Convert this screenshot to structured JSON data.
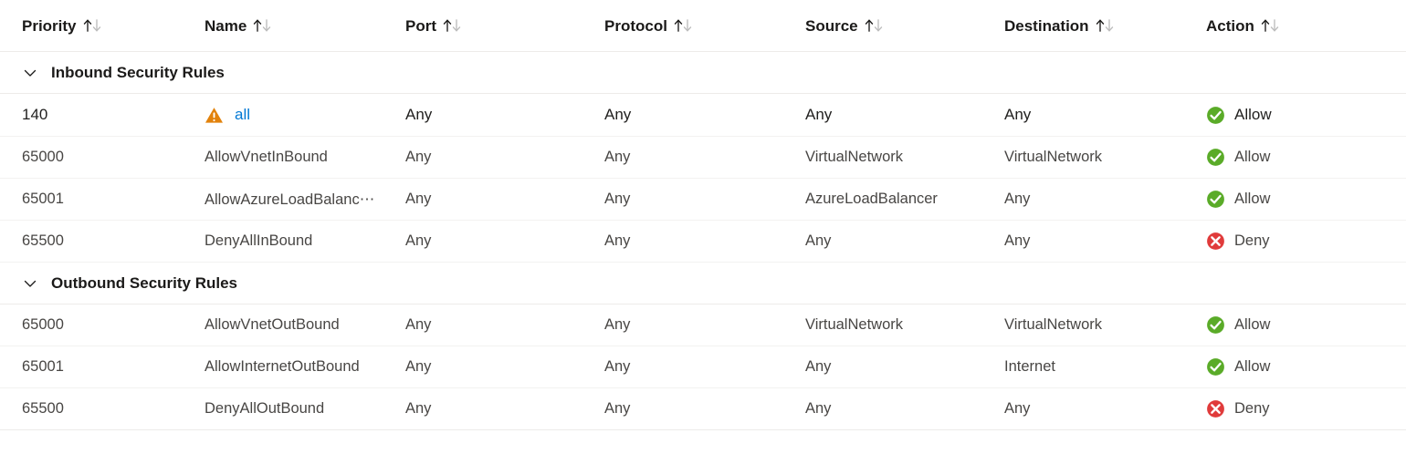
{
  "table": {
    "columns": [
      {
        "key": "priority",
        "label": "Priority",
        "sort_icon": "sort-arrows-icon"
      },
      {
        "key": "name",
        "label": "Name",
        "sort_icon": "sort-arrows-icon"
      },
      {
        "key": "port",
        "label": "Port",
        "sort_icon": "sort-arrows-icon"
      },
      {
        "key": "protocol",
        "label": "Protocol",
        "sort_icon": "sort-arrows-icon"
      },
      {
        "key": "source",
        "label": "Source",
        "sort_icon": "sort-arrows-icon"
      },
      {
        "key": "destination",
        "label": "Destination",
        "sort_icon": "sort-arrows-icon"
      },
      {
        "key": "action",
        "label": "Action",
        "sort_icon": "sort-arrows-icon"
      }
    ],
    "groups": [
      {
        "title": "Inbound Security Rules",
        "expanded": true,
        "chevron_icon": "chevron-down-icon",
        "rows": [
          {
            "priority": "140",
            "name": "all",
            "name_is_link": true,
            "status_icon": "warning-icon",
            "port": "Any",
            "protocol": "Any",
            "source": "Any",
            "destination": "Any",
            "action": "Allow",
            "action_icon": "allow-check-icon"
          },
          {
            "priority": "65000",
            "name": "AllowVnetInBound",
            "name_is_link": false,
            "status_icon": "",
            "port": "Any",
            "protocol": "Any",
            "source": "VirtualNetwork",
            "destination": "VirtualNetwork",
            "action": "Allow",
            "action_icon": "allow-check-icon"
          },
          {
            "priority": "65001",
            "name": "AllowAzureLoadBalanc⋯",
            "name_is_link": false,
            "status_icon": "",
            "port": "Any",
            "protocol": "Any",
            "source": "AzureLoadBalancer",
            "destination": "Any",
            "action": "Allow",
            "action_icon": "allow-check-icon"
          },
          {
            "priority": "65500",
            "name": "DenyAllInBound",
            "name_is_link": false,
            "status_icon": "",
            "port": "Any",
            "protocol": "Any",
            "source": "Any",
            "destination": "Any",
            "action": "Deny",
            "action_icon": "deny-cross-icon"
          }
        ]
      },
      {
        "title": "Outbound Security Rules",
        "expanded": true,
        "chevron_icon": "chevron-down-icon",
        "rows": [
          {
            "priority": "65000",
            "name": "AllowVnetOutBound",
            "name_is_link": false,
            "status_icon": "",
            "port": "Any",
            "protocol": "Any",
            "source": "VirtualNetwork",
            "destination": "VirtualNetwork",
            "action": "Allow",
            "action_icon": "allow-check-icon"
          },
          {
            "priority": "65001",
            "name": "AllowInternetOutBound",
            "name_is_link": false,
            "status_icon": "",
            "port": "Any",
            "protocol": "Any",
            "source": "Any",
            "destination": "Internet",
            "action": "Allow",
            "action_icon": "allow-check-icon"
          },
          {
            "priority": "65500",
            "name": "DenyAllOutBound",
            "name_is_link": false,
            "status_icon": "",
            "port": "Any",
            "protocol": "Any",
            "source": "Any",
            "destination": "Any",
            "action": "Deny",
            "action_icon": "deny-cross-icon"
          }
        ]
      }
    ]
  },
  "colors": {
    "link": "#0078d4",
    "allow": "#5aab28",
    "deny": "#e03b3b",
    "warning": "#e2820c",
    "header_text": "#1b1a19",
    "cell_text": "#484644",
    "row_border": "#f3f2f1",
    "section_border": "#edebe9",
    "sort_arrow_active": "#1b1a19",
    "sort_arrow_inactive": "#bdbdbd"
  }
}
